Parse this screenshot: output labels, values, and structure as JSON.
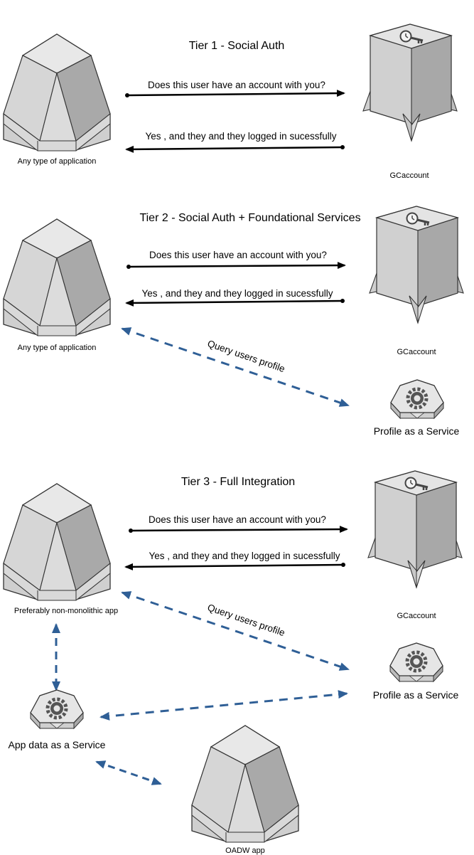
{
  "tiers": [
    {
      "title": "Tier 1 - Social Auth",
      "msg_request": "Does this user have an account with you?",
      "msg_response": "Yes , and they and they logged in sucessfully",
      "app_label": "Any type of application",
      "gc_label": "GCaccount"
    },
    {
      "title": "Tier 2 - Social Auth + Foundational Services",
      "msg_request": "Does this user have an account with you?",
      "msg_response": "Yes , and they and they logged in sucessfully",
      "app_label": "Any type of application",
      "gc_label": "GCaccount",
      "query_label": "Query users profile",
      "profile_label": "Profile as a Service"
    },
    {
      "title": "Tier 3 - Full Integration",
      "msg_request": "Does this user have an account with you?",
      "msg_response": "Yes , and they and they logged in sucessfully",
      "app_label": "Preferably non-monolithic app",
      "gc_label": "GCaccount",
      "query_label": "Query users profile",
      "profile_label": "Profile as a Service",
      "appdata_label": "App data as a Service",
      "oadw_label": "OADW app"
    }
  ],
  "icons": {
    "application": "app-block-icon",
    "gcaccount": "key-tower-icon",
    "service": "gear-service-icon"
  },
  "colors": {
    "dashed_arrow": "#2f5f96",
    "solid_arrow": "#000000",
    "shape_top": "#e6e6e6",
    "shape_left": "#d3d3d3",
    "shape_right": "#a8a8a8",
    "shape_outline": "#3a3a3a"
  }
}
